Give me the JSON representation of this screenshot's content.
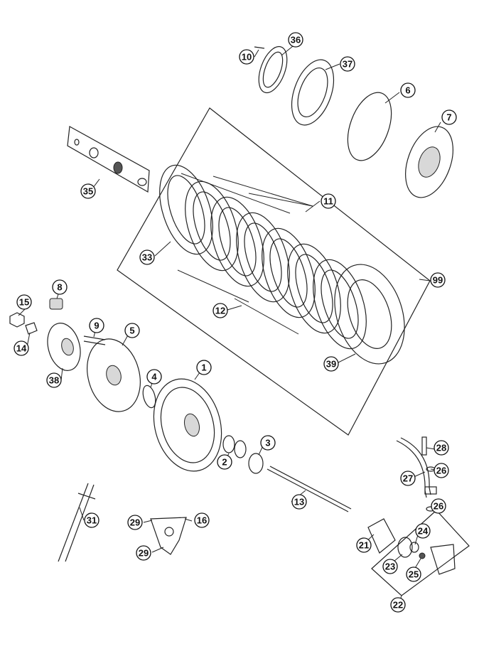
{
  "callouts": [
    "1",
    "2",
    "3",
    "4",
    "5",
    "6",
    "7",
    "8",
    "9",
    "10",
    "11",
    "12",
    "13",
    "14",
    "15",
    "16",
    "21",
    "22",
    "23",
    "24",
    "25",
    "26",
    "26",
    "27",
    "28",
    "29",
    "29",
    "31",
    "33",
    "35",
    "36",
    "37",
    "38",
    "39",
    "99"
  ],
  "parts": [
    {
      "name": "part-1-outer-clutch-basket",
      "label": "1"
    },
    {
      "name": "part-2-needle-bearing",
      "label": "2"
    },
    {
      "name": "part-3-sleeve",
      "label": "3"
    },
    {
      "name": "part-4-thrust-washer",
      "label": "4"
    },
    {
      "name": "part-5-inner-clutch-hub",
      "label": "5"
    },
    {
      "name": "part-6-wire-ring",
      "label": "6"
    },
    {
      "name": "part-7-pressure-cap",
      "label": "7"
    },
    {
      "name": "part-8-push-piece",
      "label": "8"
    },
    {
      "name": "part-9-pin",
      "label": "9"
    },
    {
      "name": "part-10-screw",
      "label": "10"
    },
    {
      "name": "part-11-lining-discs",
      "label": "11"
    },
    {
      "name": "part-12-intermediate-discs",
      "label": "12"
    },
    {
      "name": "part-13-push-rod",
      "label": "13"
    },
    {
      "name": "part-14-lock-washer",
      "label": "14"
    },
    {
      "name": "part-15-hex-nut",
      "label": "15"
    },
    {
      "name": "part-16-screw",
      "label": "16"
    },
    {
      "name": "part-21-gasket",
      "label": "21"
    },
    {
      "name": "part-22-slave-cylinder",
      "label": "22"
    },
    {
      "name": "part-23-piston",
      "label": "23"
    },
    {
      "name": "part-24-o-ring",
      "label": "24"
    },
    {
      "name": "part-25-bleeder",
      "label": "25"
    },
    {
      "name": "part-26-seal-ring-upper",
      "label": "26"
    },
    {
      "name": "part-26-seal-ring-lower",
      "label": "26"
    },
    {
      "name": "part-27-clutch-line",
      "label": "27"
    },
    {
      "name": "part-28-banjo-bolt",
      "label": "28"
    },
    {
      "name": "part-29-upper",
      "label": "29"
    },
    {
      "name": "part-29-lower",
      "label": "29"
    },
    {
      "name": "part-31-syringe-tool",
      "label": "31"
    },
    {
      "name": "part-33-outer-disc",
      "label": "33"
    },
    {
      "name": "part-35-hardware-set",
      "label": "35"
    },
    {
      "name": "part-36-axial-bearing",
      "label": "36"
    },
    {
      "name": "part-37-thrust-washer",
      "label": "37"
    },
    {
      "name": "part-38-pressure-plate",
      "label": "38"
    },
    {
      "name": "part-39-last-disc",
      "label": "39"
    },
    {
      "name": "part-99-disc-set",
      "label": "99"
    }
  ]
}
